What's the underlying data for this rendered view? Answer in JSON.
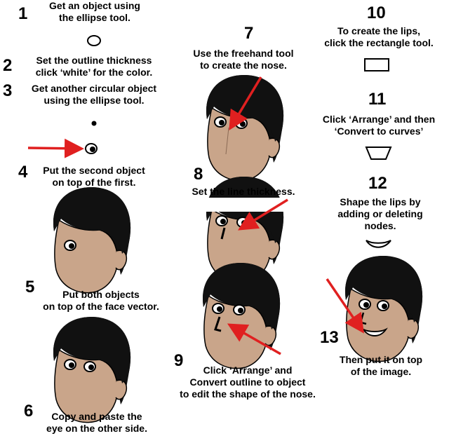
{
  "steps": [
    {
      "n": "1",
      "text": "Get an object using\nthe ellipse tool."
    },
    {
      "n": "2",
      "text": "Set the outline thickness\nclick ‘white’ for the color."
    },
    {
      "n": "3",
      "text": "Get another circular object\nusing the ellipse tool."
    },
    {
      "n": "4",
      "text": "Put the second object\non top of the first."
    },
    {
      "n": "5",
      "text": "Put both objects\non top of the face vector."
    },
    {
      "n": "6",
      "text": "Copy and paste the\neye on the other side."
    },
    {
      "n": "7",
      "text": "Use the freehand tool\nto create the nose."
    },
    {
      "n": "8",
      "text": "Set the line thickness."
    },
    {
      "n": "9",
      "text": "Click ‘Arrange’ and\nConvert outline to object\nto edit the shape of the nose."
    },
    {
      "n": "10",
      "text": "To create the lips,\nclick the rectangle tool."
    },
    {
      "n": "11",
      "text": "Click ‘Arrange’ and then\n‘Convert to curves’"
    },
    {
      "n": "12",
      "text": "Shape the lips by\nadding or deleting\nnodes."
    },
    {
      "n": "13",
      "text": "Then put it on top\nof the image."
    }
  ],
  "colors": {
    "arrow": "#e02020",
    "skin": "#c9a58a",
    "hair": "#111111"
  }
}
